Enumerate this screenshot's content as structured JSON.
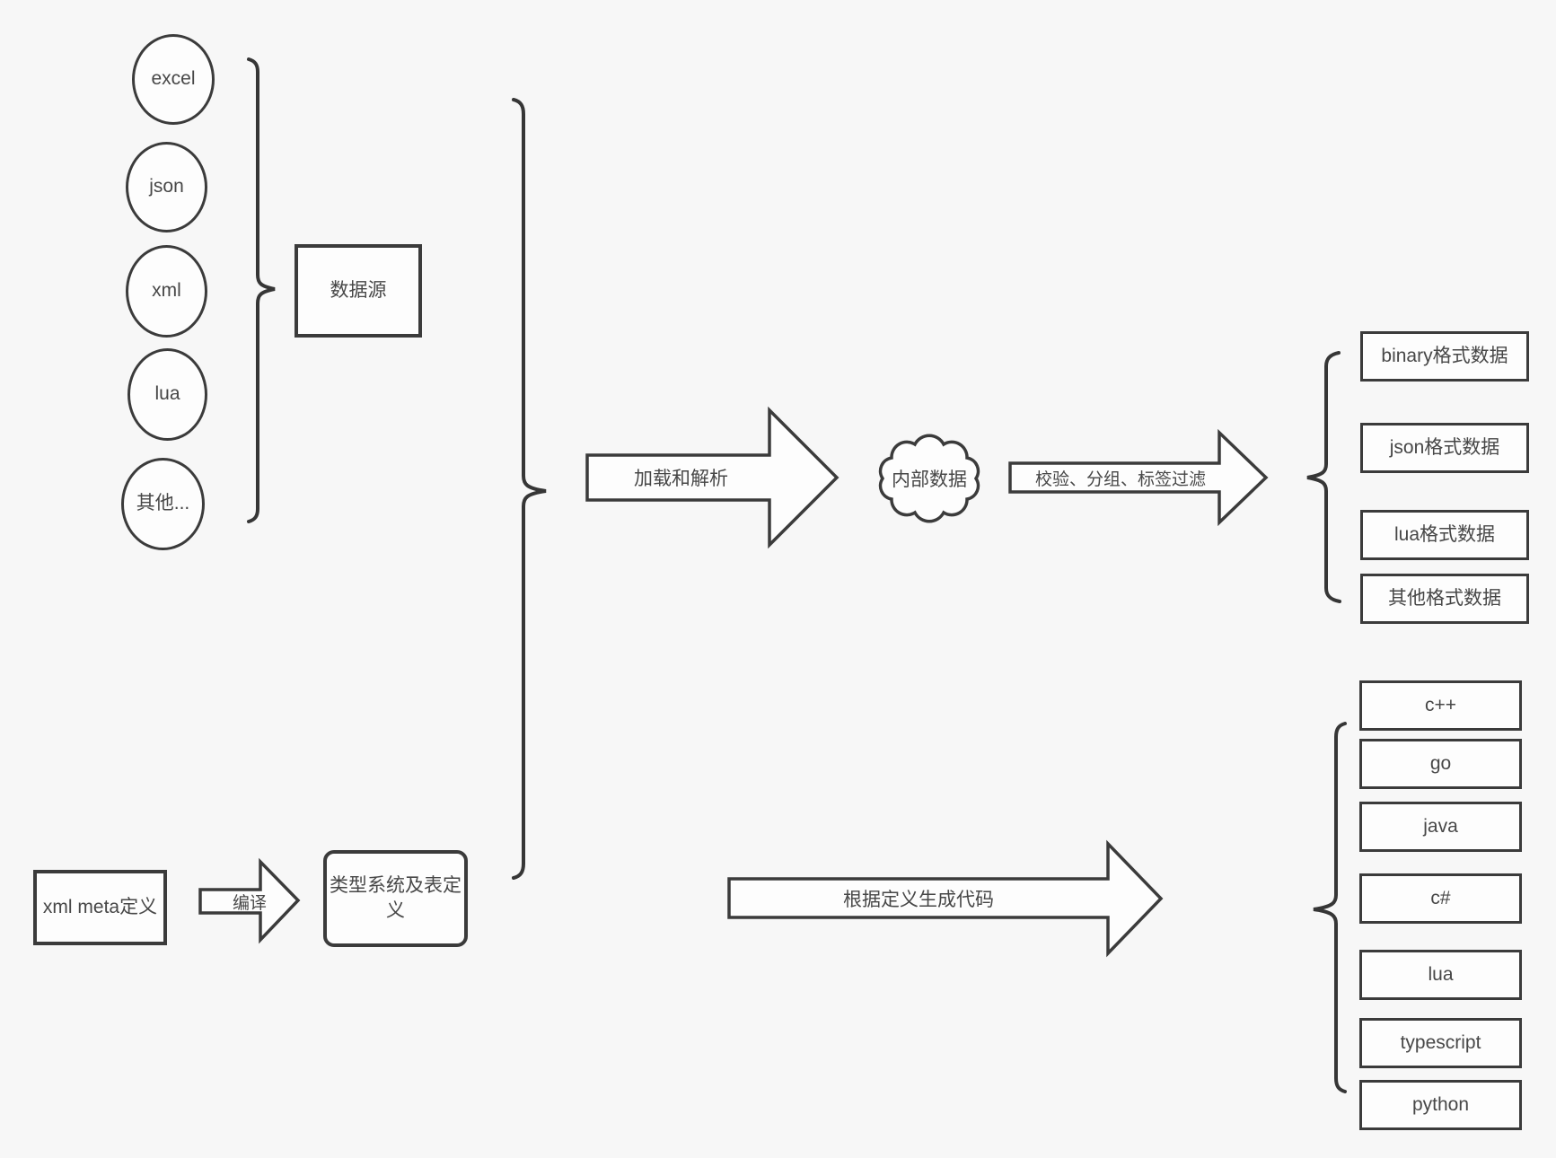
{
  "canvas": {
    "bg_color": "#f7f7f7",
    "stroke_color": "#3b3b3b",
    "shape_fill": "#fdfdfd",
    "text_color": "#474747"
  },
  "sources": {
    "items": [
      {
        "label": "excel"
      },
      {
        "label": "json"
      },
      {
        "label": "xml"
      },
      {
        "label": "lua"
      },
      {
        "label": "其他..."
      }
    ],
    "group_label": "数据源"
  },
  "meta_flow": {
    "xml_meta_label": "xml meta定义",
    "compile_arrow_label": "编译",
    "type_system_label": "类型系统及表定义"
  },
  "pipeline": {
    "load_arrow_label": "加载和解析",
    "internal_data_label": "内部数据",
    "filter_arrow_label": "校验、分组、标签过滤",
    "generate_arrow_label": "根据定义生成代码"
  },
  "outputs": {
    "formats": [
      {
        "label": "binary格式数据"
      },
      {
        "label": "json格式数据"
      },
      {
        "label": "lua格式数据"
      },
      {
        "label": "其他格式数据"
      }
    ],
    "languages": [
      {
        "label": "c++"
      },
      {
        "label": "go"
      },
      {
        "label": "java"
      },
      {
        "label": "c#"
      },
      {
        "label": "lua"
      },
      {
        "label": "typescript"
      },
      {
        "label": "python"
      }
    ]
  }
}
